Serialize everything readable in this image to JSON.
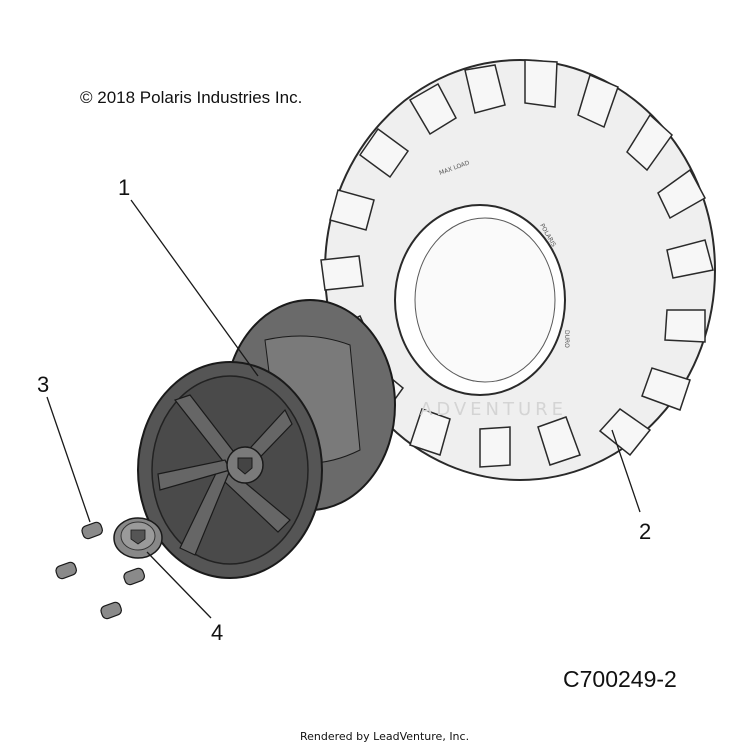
{
  "copyright": "© 2018 Polaris Industries Inc.",
  "callouts": [
    {
      "id": "1",
      "part": "wheel"
    },
    {
      "id": "2",
      "part": "tire"
    },
    {
      "id": "3",
      "part": "lug-nut"
    },
    {
      "id": "4",
      "part": "center-cap"
    }
  ],
  "part_number": "C700249-2",
  "rendered_by": "Rendered by LeadVenture, Inc.",
  "colors": {
    "line": "#1a1a1a",
    "tire": "#f1f1f1",
    "wheel": "#4d4d4d",
    "background": "#ffffff"
  }
}
